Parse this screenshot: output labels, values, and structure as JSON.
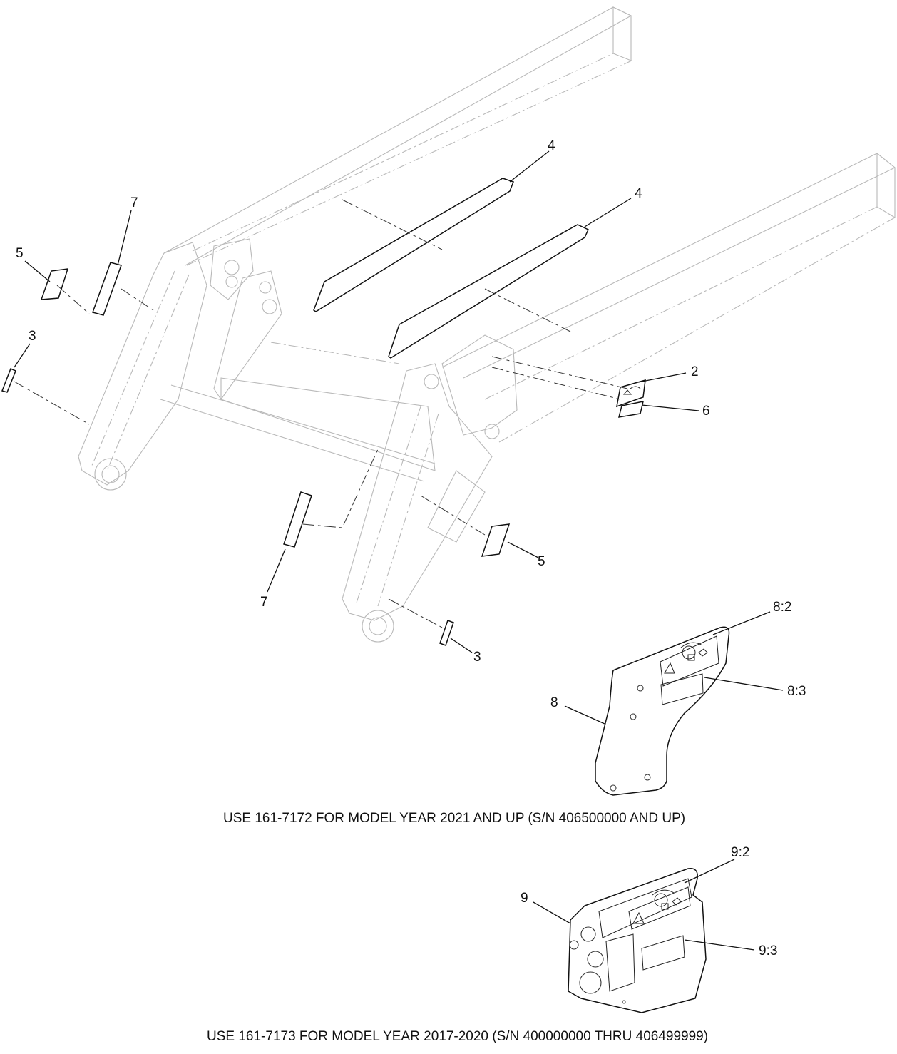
{
  "callouts": {
    "c4a": "4",
    "c4b": "4",
    "c7a": "7",
    "c5a": "5",
    "c3a": "3",
    "c2": "2",
    "c6": "6",
    "c5b": "5",
    "c7b": "7",
    "c3b": "3",
    "c8_2": "8:2",
    "c8_3": "8:3",
    "c8": "8",
    "c9_2": "9:2",
    "c9": "9",
    "c9_3": "9:3"
  },
  "notes": {
    "model_2021": "USE 161-7172 FOR MODEL YEAR 2021 AND UP (S/N 406500000 AND UP)",
    "model_2017": "USE 161-7173 FOR MODEL YEAR 2017-2020 (S/N 400000000 THRU 406499999)"
  }
}
